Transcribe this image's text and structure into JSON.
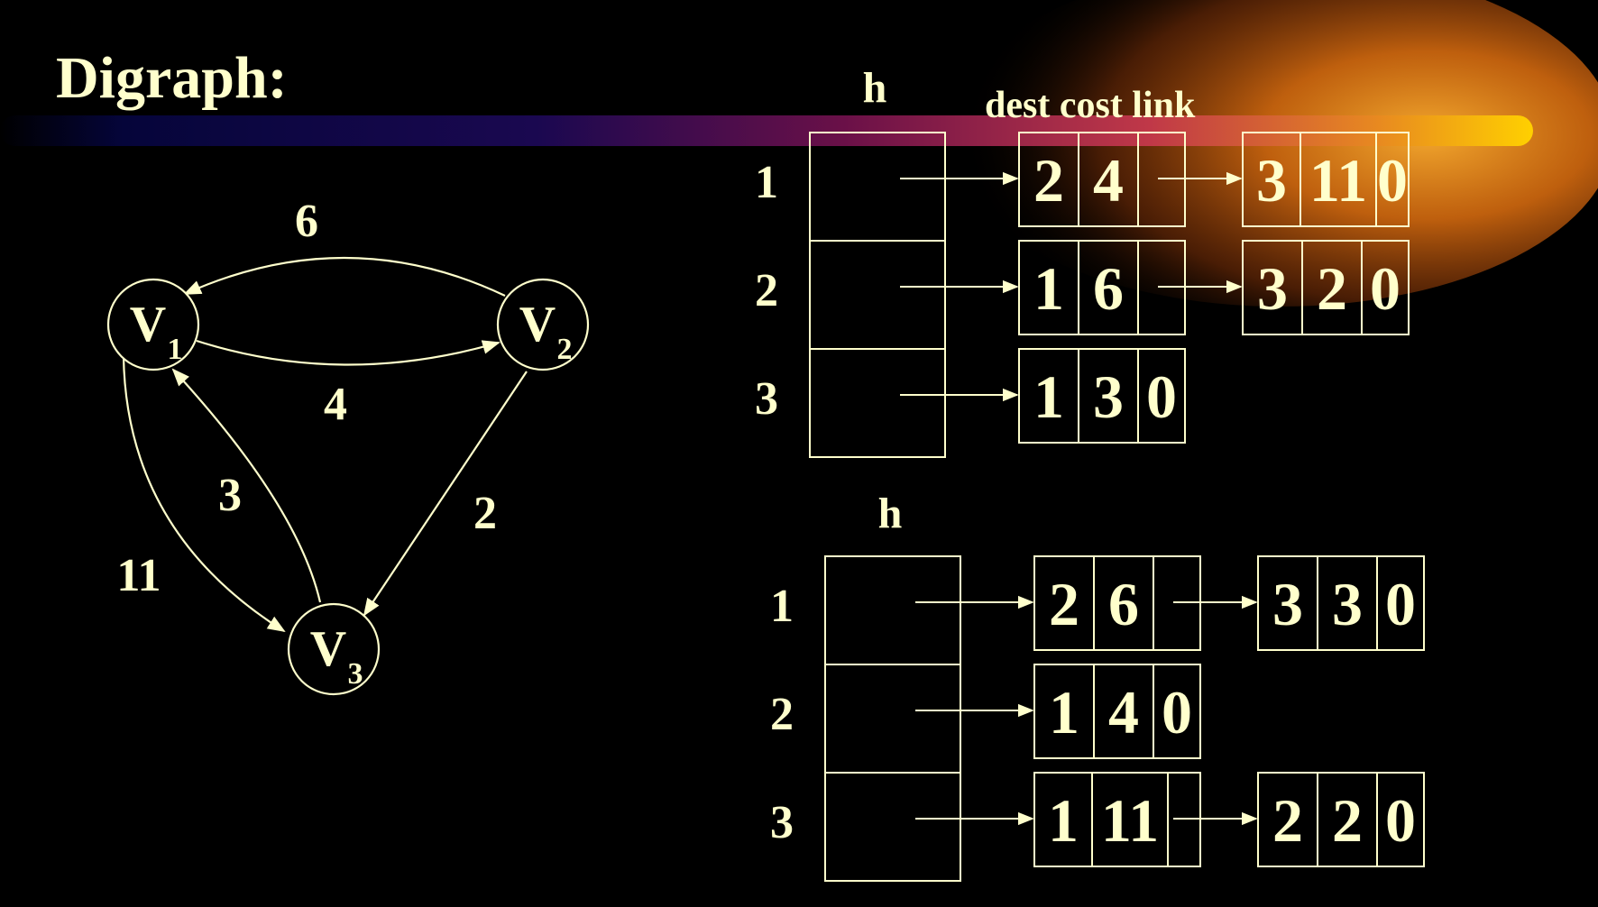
{
  "title": "Digraph:",
  "colors": {
    "background": "#000000",
    "foreground": "#FFFFCC",
    "banner_left": "#0a0a5a",
    "banner_mid": "#b02a4a",
    "banner_right": "#ffc400",
    "glow": "#e07a10"
  },
  "graph": {
    "nodes": [
      {
        "id": "v1",
        "label": "V",
        "sub": "1"
      },
      {
        "id": "v2",
        "label": "V",
        "sub": "2"
      },
      {
        "id": "v3",
        "label": "V",
        "sub": "3"
      }
    ],
    "edges": [
      {
        "from": "v2",
        "to": "v1",
        "weight": "6"
      },
      {
        "from": "v1",
        "to": "v2",
        "weight": "4"
      },
      {
        "from": "v3",
        "to": "v1",
        "weight": "3"
      },
      {
        "from": "v2",
        "to": "v3",
        "weight": "2"
      },
      {
        "from": "v1",
        "to": "v3",
        "weight": "11"
      }
    ]
  },
  "header_labels": {
    "h_top": "h",
    "fields": "dest cost link",
    "h_bottom": "h"
  },
  "tables": {
    "top": {
      "rows": [
        {
          "index": "1",
          "nodes": [
            [
              "2",
              "4",
              ""
            ],
            [
              "3",
              "11",
              "0"
            ]
          ]
        },
        {
          "index": "2",
          "nodes": [
            [
              "1",
              "6",
              ""
            ],
            [
              "3",
              "2",
              "0"
            ]
          ]
        },
        {
          "index": "3",
          "nodes": [
            [
              "1",
              "3",
              "0"
            ]
          ]
        }
      ]
    },
    "bottom": {
      "rows": [
        {
          "index": "1",
          "nodes": [
            [
              "2",
              "6",
              ""
            ],
            [
              "3",
              "3",
              "0"
            ]
          ]
        },
        {
          "index": "2",
          "nodes": [
            [
              "1",
              "4",
              "0"
            ]
          ]
        },
        {
          "index": "3",
          "nodes": [
            [
              "1",
              "11",
              ""
            ],
            [
              "2",
              "2",
              "0"
            ]
          ]
        }
      ]
    }
  }
}
